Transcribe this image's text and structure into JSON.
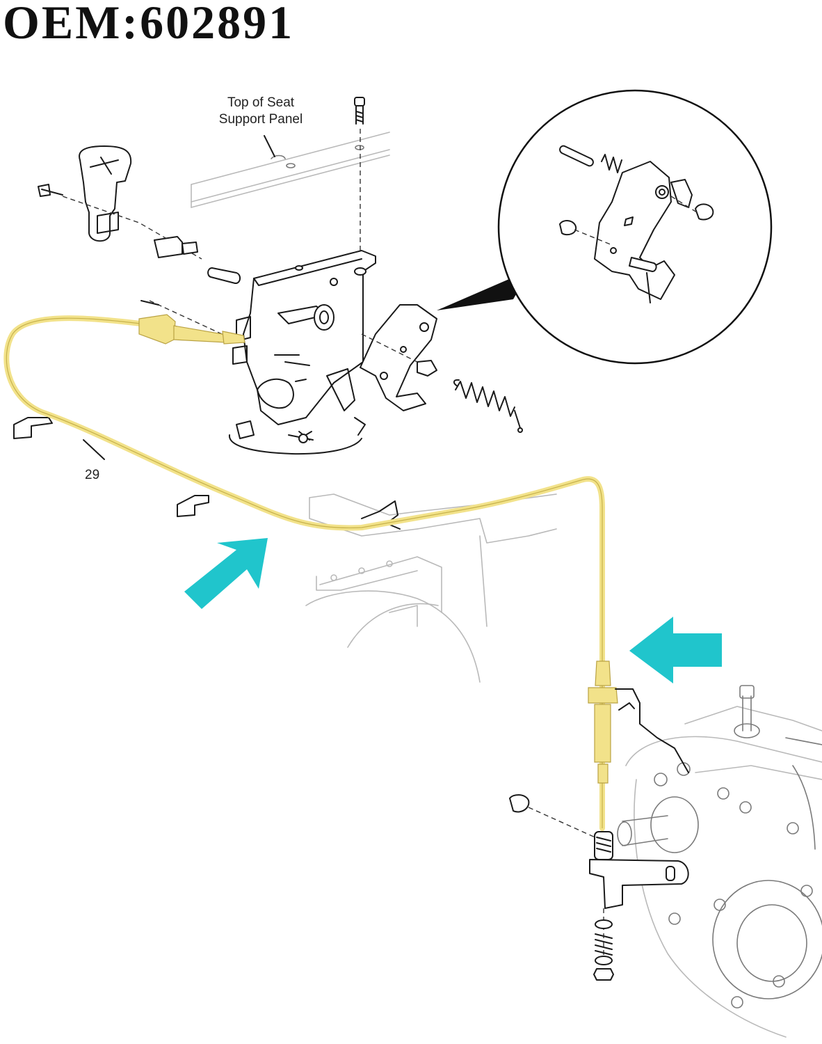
{
  "title": "OEM:602891",
  "labels": {
    "seat_panel_line1": "Top of Seat",
    "seat_panel_line2": "Support Panel",
    "cable_callout": "29"
  },
  "colors": {
    "cable": "#f2e28a",
    "arrow": "#20c5cc",
    "line": "#1a1a1a"
  },
  "icons": {
    "pointer_arrows": "arrow-icon"
  }
}
